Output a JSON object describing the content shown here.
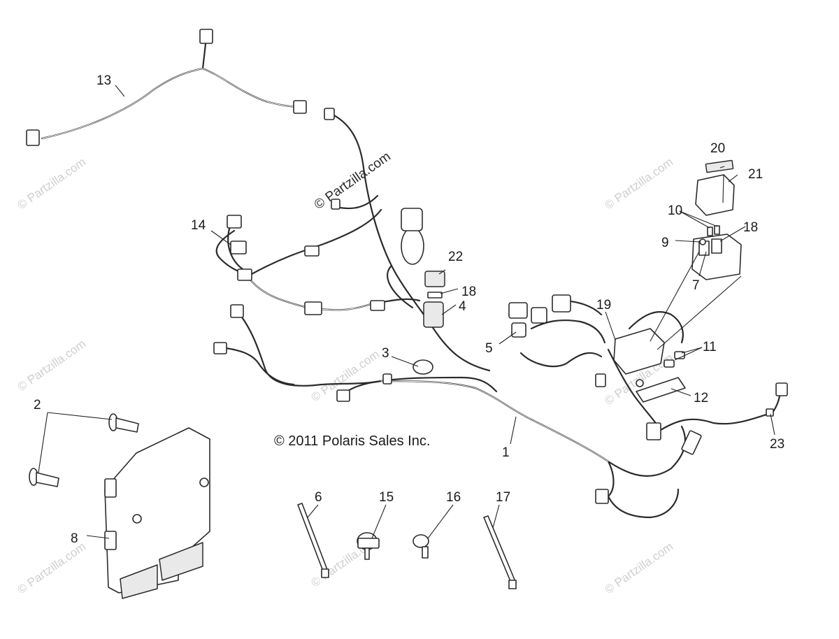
{
  "watermark": "© Partzilla.com",
  "copyright": "© 2011 Polaris Sales Inc.",
  "callouts": {
    "c1": "1",
    "c2": "2",
    "c3": "3",
    "c4": "4",
    "c5": "5",
    "c6": "6",
    "c7": "7",
    "c8": "8",
    "c9": "9",
    "c10": "10",
    "c11": "11",
    "c12": "12",
    "c13": "13",
    "c14": "14",
    "c15": "15",
    "c16": "16",
    "c17": "17",
    "c18a": "18",
    "c18b": "18",
    "c19": "19",
    "c20": "20",
    "c21": "21",
    "c22": "22",
    "c23": "23"
  }
}
